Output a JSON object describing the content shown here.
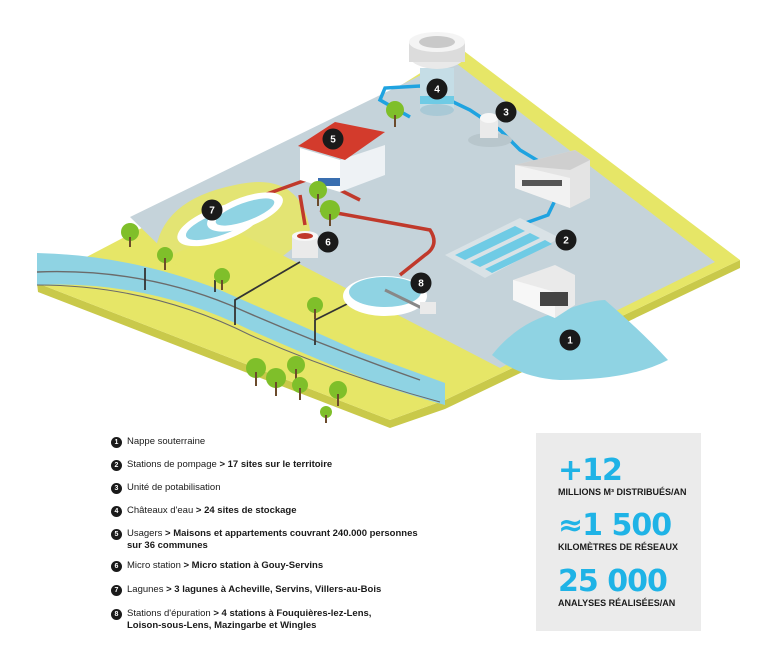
{
  "legend": [
    {
      "number": "1",
      "label": "Nappe souterraine",
      "detail": ""
    },
    {
      "number": "2",
      "label": "Stations de pompage",
      "detail": "> 17 sites sur le territoire"
    },
    {
      "number": "3",
      "label": "Unité de potabilisation",
      "detail": ""
    },
    {
      "number": "4",
      "label": "Châteaux d'eau",
      "detail": "> 24 sites de stockage"
    },
    {
      "number": "5",
      "label": "Usagers",
      "detail": "> Maisons et appartements couvrant 240.000 personnes",
      "detail2": "sur 36 communes"
    },
    {
      "number": "6",
      "label": "Micro station",
      "detail": "> Micro station à Gouy-Servins"
    },
    {
      "number": "7",
      "label": "Lagunes ",
      "detail": "> 3 lagunes à Acheville, Servins, Villers-au-Bois"
    },
    {
      "number": "8",
      "label": "Stations d'épuration",
      "detail": "> 4 stations à Fouquières-lez-Lens,",
      "detail2": "Loison-sous-Lens, Mazingarbe et Wingles"
    }
  ],
  "stats": [
    {
      "value": "+12",
      "label": "MILLIONS M³ DISTRIBUÉS/AN"
    },
    {
      "value": "≈1 500",
      "label": "KILOMÈTRES DE RÉSEAUX"
    },
    {
      "value": "25 000",
      "label": "ANALYSES RÉALISÉES/AN"
    }
  ],
  "markers": [
    {
      "number": "1",
      "name": "marker-1-groundwater"
    },
    {
      "number": "2",
      "name": "marker-2-pumping-station"
    },
    {
      "number": "3",
      "name": "marker-3-treatment-unit"
    },
    {
      "number": "4",
      "name": "marker-4-water-tower"
    },
    {
      "number": "5",
      "name": "marker-5-users-house"
    },
    {
      "number": "6",
      "name": "marker-6-micro-station"
    },
    {
      "number": "7",
      "name": "marker-7-lagoons"
    },
    {
      "number": "8",
      "name": "marker-8-wastewater-plant"
    }
  ],
  "colors": {
    "grass": "#e6e667",
    "grass_edge": "#c9c94a",
    "plaza": "#c5d3da",
    "water": "#8fd3e3",
    "pipe_blue": "#1fa3e0",
    "pipe_red": "#c0392b",
    "tree": "#7fbf2a",
    "accent": "#1fb3e6",
    "badge": "#1a1a1a"
  }
}
